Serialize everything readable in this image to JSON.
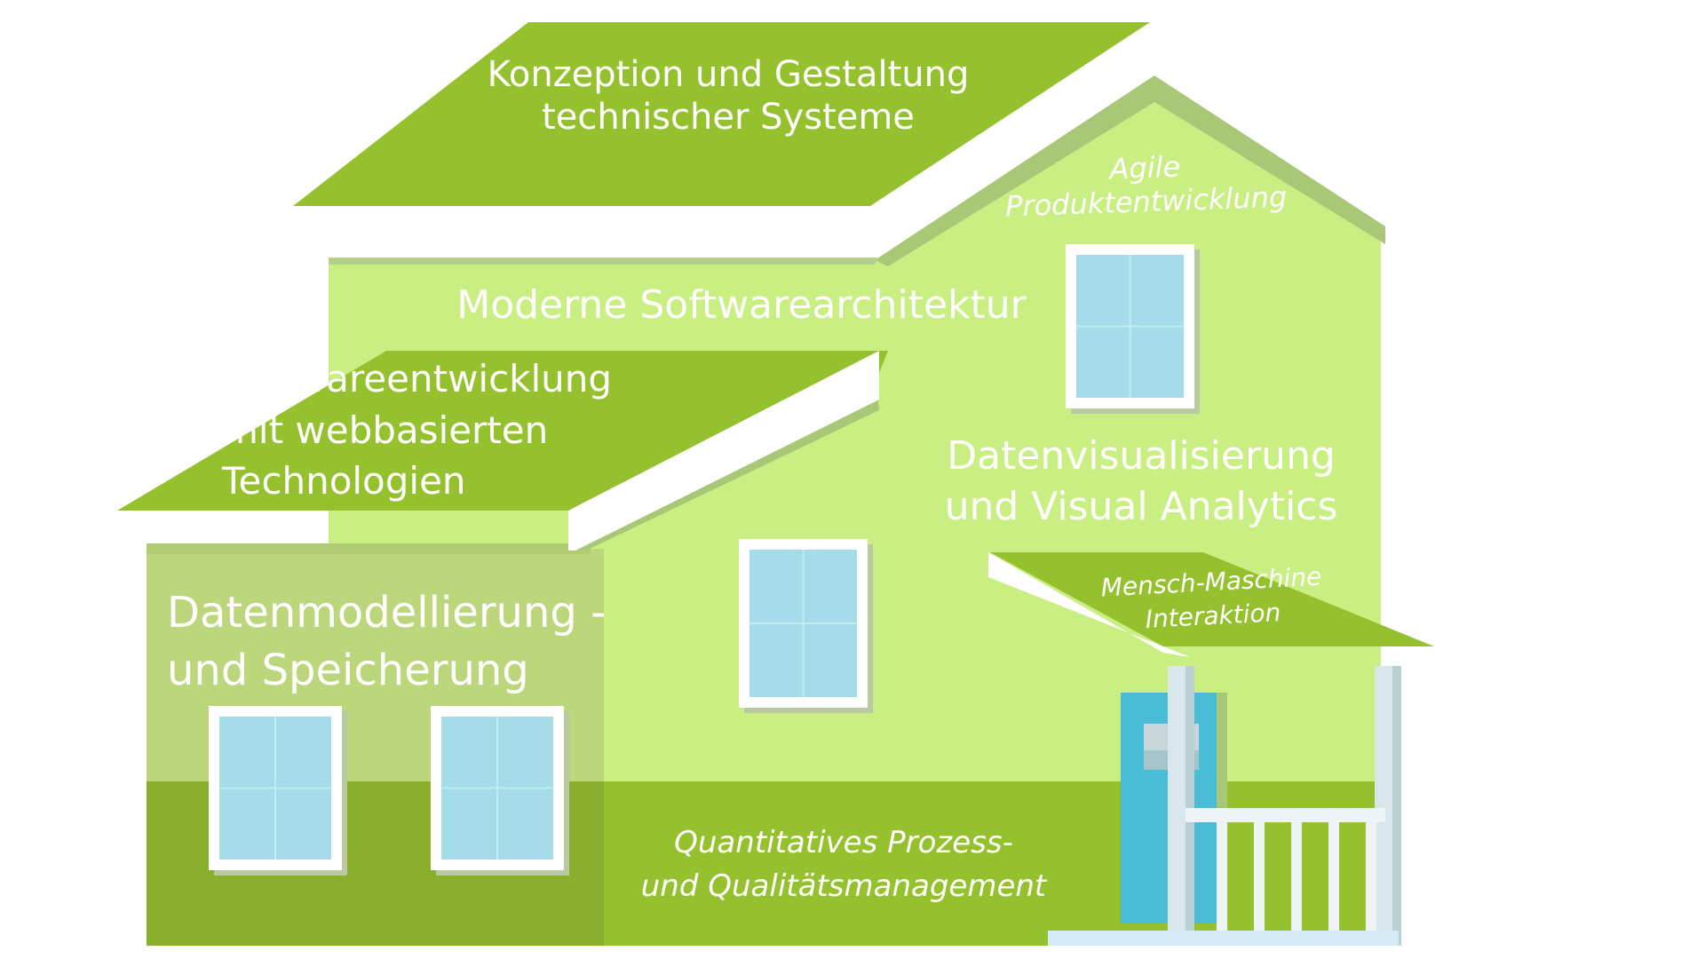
{
  "colors": {
    "roof_green": "#95c12f",
    "wall_light": "#c9ee82",
    "wall_mid": "#bcd67c",
    "wall_dark": "#8aaf2c",
    "window_glass": "#a4dde9",
    "door_blue": "#4abdd6",
    "rail_white": "#d9e7ec",
    "text": "#ffffff"
  },
  "labels": {
    "konzeption": "Konzeption und Gestaltung\ntechnischer Systeme",
    "agile": "Agile\nProduktentwicklung",
    "moderne": "Moderne Softwarearchitektur",
    "webbasiert": "Softwareentwicklung\nmit webbasierten\nTechnologien",
    "datenvis": "Datenvisualisierung\nund Visual Analytics",
    "mensch": "Mensch-Maschine\nInteraktion",
    "datenmodell": "Datenmodellierung -\nund Speicherung",
    "quantitativ": "Quantitatives Prozess-\nund Qualitätsmanagement"
  }
}
